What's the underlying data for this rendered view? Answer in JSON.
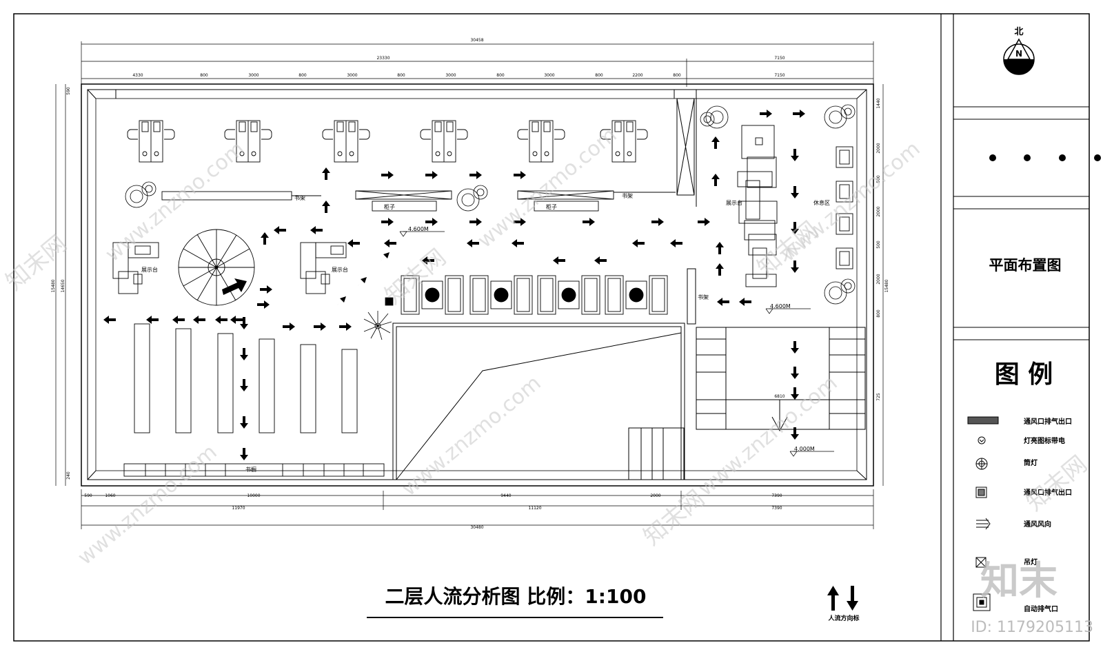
{
  "drawing": {
    "title": "二层人流分析图 比例：1:100",
    "sheet_name": "平面布置图",
    "north_label": "北",
    "north_letter": "N",
    "flow_legend_label": "人流方向标"
  },
  "legend": {
    "heading": "图 例",
    "items": [
      {
        "label": "通风口排气出口",
        "icon": "vent-bar-icon"
      },
      {
        "label": "灯亮图标带电",
        "icon": "light-on-icon"
      },
      {
        "label": "筒灯",
        "icon": "downlight-icon"
      },
      {
        "label": "通风口排气出口",
        "icon": "vent-square-icon"
      },
      {
        "label": "通风风向",
        "icon": "airflow-icon"
      },
      {
        "label": "吊灯",
        "icon": "pendant-lamp-icon"
      },
      {
        "label": "自动排气口",
        "icon": "auto-exhaust-icon"
      }
    ]
  },
  "plan_labels": {
    "bookshelf": "书架",
    "cabinet": "柜子",
    "display_stand": "展示台",
    "rest_area": "休息区",
    "bookcase": "书橱",
    "level_a": "4.600M",
    "level_b": "4.000M"
  },
  "dimensions": {
    "top_total": "30458",
    "top_left": "23330",
    "top_right": "7150",
    "top_segments": [
      "4330",
      "800",
      "3000",
      "800",
      "3000",
      "800",
      "3000",
      "800",
      "3000",
      "800",
      "2200",
      "800",
      "7150"
    ],
    "bottom_segments": [
      "590",
      "1060",
      "10000",
      "9440",
      "2000",
      "7390"
    ],
    "bottom_mid": [
      "11970",
      "11120",
      "7390"
    ],
    "bottom_total": "30480",
    "left": [
      "590",
      "15480",
      "14650",
      "240"
    ],
    "right": [
      "1440",
      "2000",
      "500",
      "2000",
      "500",
      "2000",
      "800",
      "15480",
      "725"
    ],
    "stair": "6810"
  },
  "watermark": {
    "text": "www.znzmo.com",
    "brand": "知末网",
    "logo": "知末",
    "id": "ID: 1179205113"
  },
  "colors": {
    "line": "#000000",
    "watermark": "#c8c8c8"
  }
}
